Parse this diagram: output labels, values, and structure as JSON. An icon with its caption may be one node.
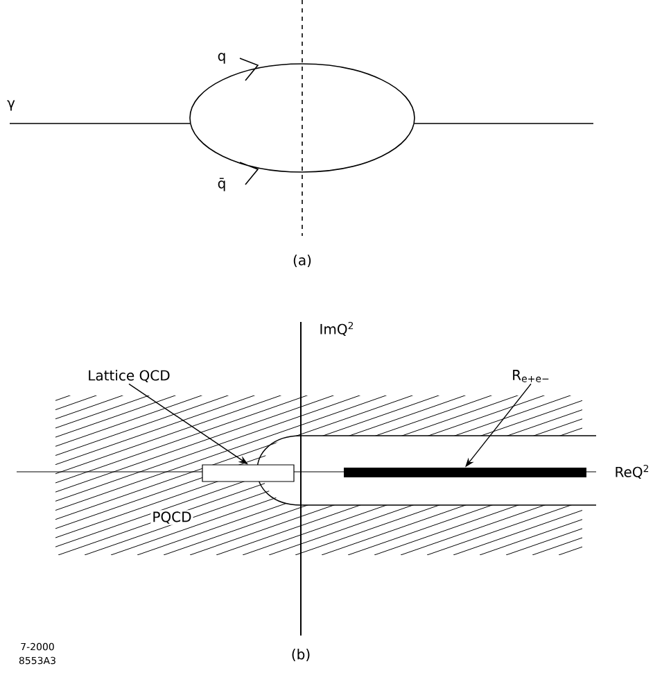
{
  "diagram": {
    "nodes": [
      {
        "text": [
          "Lattice QCD"
        ]
      },
      {
        "text": [],
        "shape": "box"
      },
      {
        "text": [
          "R$_{e+e−}$"
        ]
      },
      {
        "text": [],
        "shape": "bar"
      }
    ],
    "edges": [
      {
        "from": 0,
        "to": 1,
        "arrow": "to"
      },
      {
        "from": 2,
        "to": 3,
        "arrow": "to"
      }
    ],
    "labels": [
      "γ",
      "q",
      "q̄",
      "(a)",
      "ImQ$^{2}$",
      "ReQ$^{2}$",
      "PQCD",
      "(b)",
      "7-2000",
      "8553A3"
    ]
  }
}
